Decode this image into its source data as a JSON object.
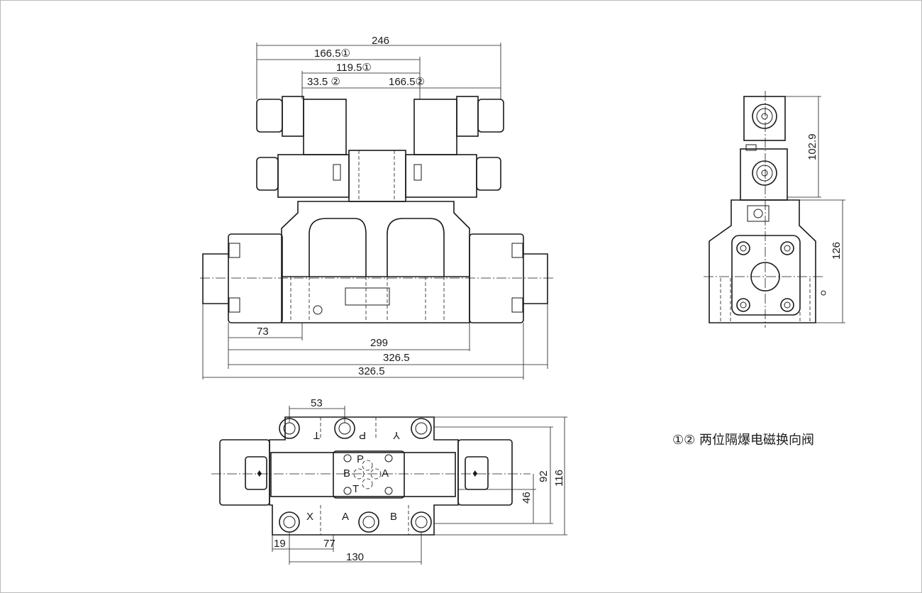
{
  "front_view": {
    "dim_top": "246",
    "dim_166_1": "166.5①",
    "dim_119_1": "119.5①",
    "dim_33_2": "33.5 ②",
    "dim_166_2": "166.5②",
    "dim_73": "73",
    "dim_299": "299",
    "dim_326_a": "326.5",
    "dim_326_b": "326.5"
  },
  "side_view": {
    "dim_102": "102.9",
    "dim_126": "126"
  },
  "bottom_view": {
    "dim_53": "53",
    "dim_92": "92",
    "dim_116": "116",
    "dim_46": "46",
    "dim_19": "19",
    "dim_77": "77",
    "dim_130": "130",
    "port_t": "T",
    "port_p": "P",
    "port_y": "Y",
    "port_x": "X",
    "port_a": "A",
    "port_b": "B",
    "pad_p": "P",
    "pad_b": "B",
    "pad_a": "A",
    "pad_t": "T"
  },
  "legend": {
    "text": "①② 两位隔爆电磁换向阀"
  }
}
